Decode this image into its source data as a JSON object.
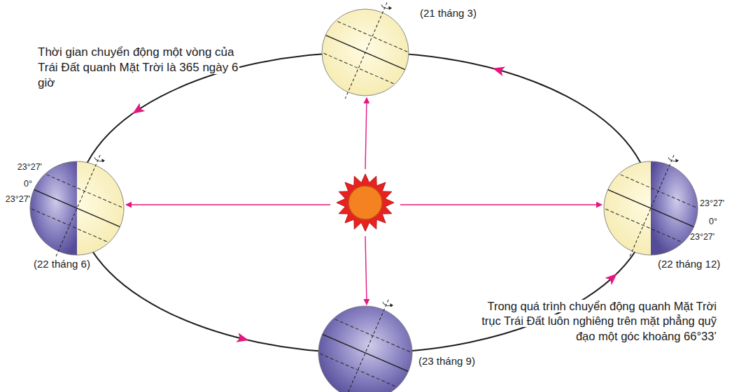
{
  "diagram": {
    "labels": [
      "Thời gian chuyển động một vòng của Trái Đất quanh Mặt Trời là 365 ngày 6 giờ",
      "(21 tháng 3)",
      "23°27'",
      "0°",
      "23°27'",
      "(22 tháng 6)",
      "23°27'",
      "0°",
      "23°27'",
      "(22 tháng 12)",
      "(23 tháng 9)",
      "Trong quá trình chuyển động quanh Mặt Trời trục Trái Đất luôn nghiêng trên mặt phẳng quỹ đạo một góc khoảng 66°33’"
    ]
  }
}
